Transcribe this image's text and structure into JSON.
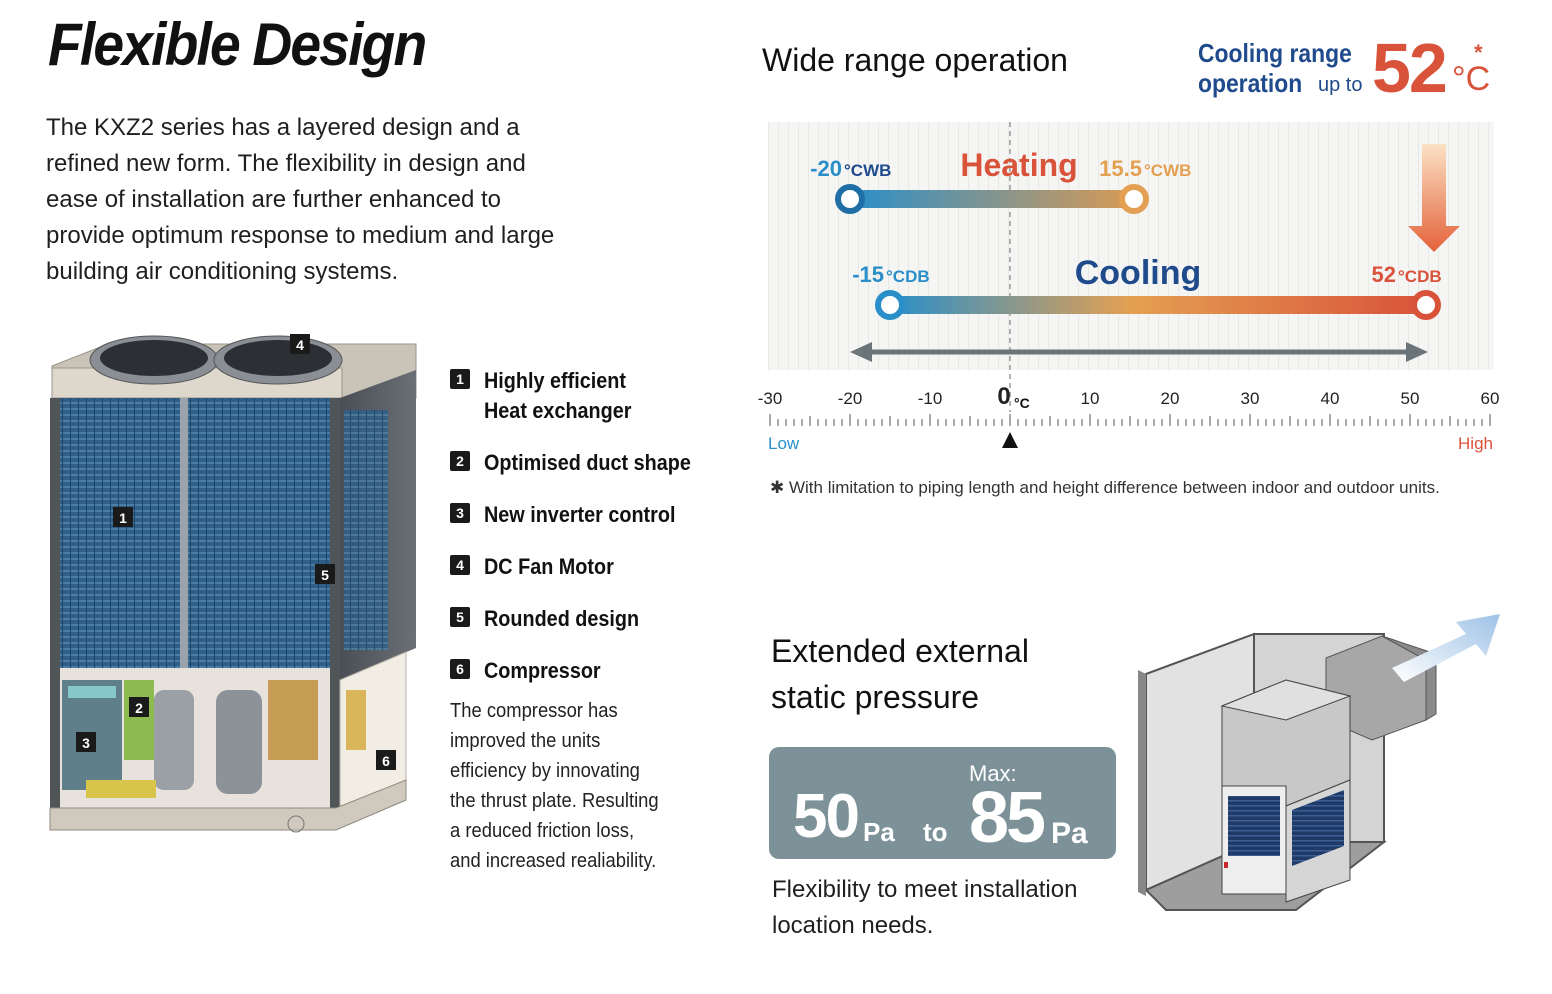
{
  "page": {
    "title": "Flexible Design",
    "intro_lines": [
      "The KXZ2 series has a layered design and a",
      "refined new form. The flexibility in design and",
      "ease of installation are further enhanced to",
      "provide optimum response to medium and large",
      "building air conditioning systems."
    ]
  },
  "figure_callouts": [
    "1",
    "2",
    "3",
    "4",
    "5",
    "6"
  ],
  "features": [
    {
      "num": "1",
      "lines": [
        "Highly efficient",
        "Heat exchanger"
      ]
    },
    {
      "num": "2",
      "lines": [
        "Optimised duct shape"
      ]
    },
    {
      "num": "3",
      "lines": [
        "New inverter control"
      ]
    },
    {
      "num": "4",
      "lines": [
        "DC Fan Motor"
      ]
    },
    {
      "num": "5",
      "lines": [
        "Rounded design"
      ]
    },
    {
      "num": "6",
      "lines": [
        "Compressor"
      ]
    }
  ],
  "compressor_desc": [
    "The compressor has",
    "improved the units",
    "efficiency by innovating",
    "the thrust plate. Resulting",
    "a reduced friction loss,",
    "and increased realiability."
  ],
  "range": {
    "title": "Wide range operation",
    "cooling_range_lines": [
      "Cooling range",
      "operation"
    ],
    "up_to": "up to",
    "max_value": "52",
    "max_unit": "°C",
    "asterisk": "*",
    "heating_label": "Heating",
    "cooling_label": "Cooling",
    "heating_min": "-20",
    "heating_min_unit": "°CWB",
    "heating_max": "15.5",
    "heating_max_unit": "°CWB",
    "cooling_min": "-15",
    "cooling_min_unit": "°CDB",
    "cooling_max": "52",
    "cooling_max_unit": "°CDB",
    "ticks": [
      "-30",
      "-20",
      "-10",
      "0",
      "10",
      "20",
      "30",
      "40",
      "50",
      "60"
    ],
    "zero_unit": "°C",
    "low": "Low",
    "high": "High",
    "footnote": "✱ With limitation to piping length and height difference between indoor and outdoor units."
  },
  "range_values": {
    "axis_min": -30,
    "axis_max": 60,
    "heating": [
      -20,
      15.5
    ],
    "cooling": [
      -15,
      52
    ]
  },
  "esp": {
    "title_lines": [
      "Extended external",
      "static pressure"
    ],
    "max_label": "Max:",
    "min_value": "50",
    "min_unit": "Pa",
    "to": "to",
    "max_value": "85",
    "max_unit": "Pa",
    "desc_lines": [
      "Flexibility to meet installation",
      "location needs."
    ]
  },
  "colors": {
    "cool_blue": "#2a8fc9",
    "heat_orange": "#e4a052",
    "accent_red": "#d9533a",
    "navy": "#1f4a8c",
    "pa_box": "#7d9198"
  }
}
